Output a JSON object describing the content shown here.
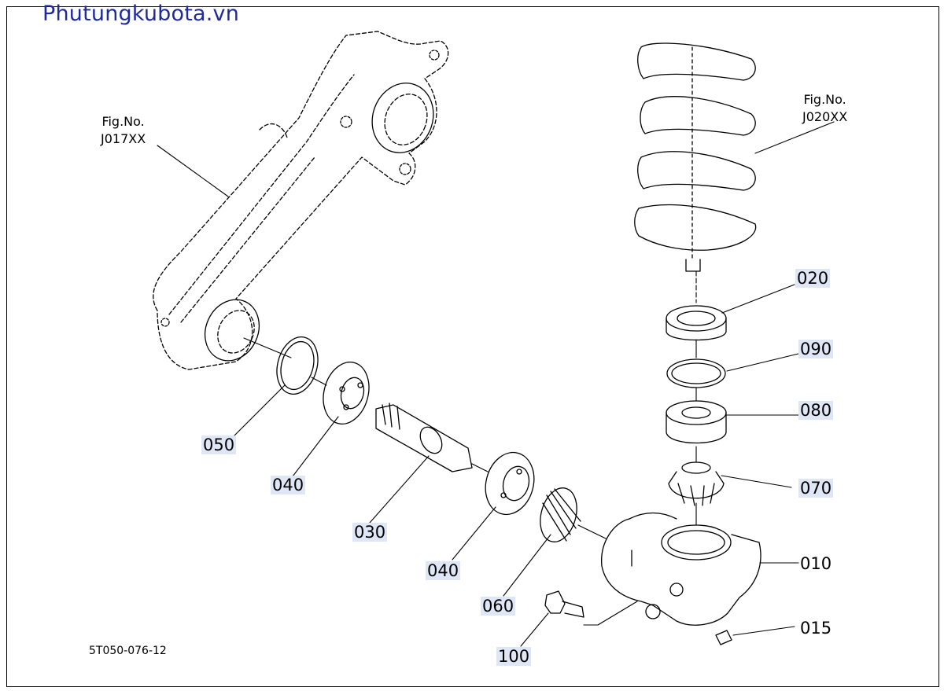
{
  "watermark": "Phutungkubota.vn",
  "fig_refs": {
    "left": {
      "line1": "Fig.No.",
      "line2": "J017XX"
    },
    "right": {
      "line1": "Fig.No.",
      "line2": "J020XX"
    }
  },
  "callouts": {
    "c020": "020",
    "c090": "090",
    "c080": "080",
    "c070": "070",
    "c010": "010",
    "c015": "015",
    "c050": "050",
    "c040a": "040",
    "c030": "030",
    "c040b": "040",
    "c060": "060",
    "c100": "100"
  },
  "document_number": "5T050-076-12",
  "colors": {
    "watermark": "#1f2a9c",
    "label_bg": "#dfe6f6",
    "line": "#000000"
  }
}
